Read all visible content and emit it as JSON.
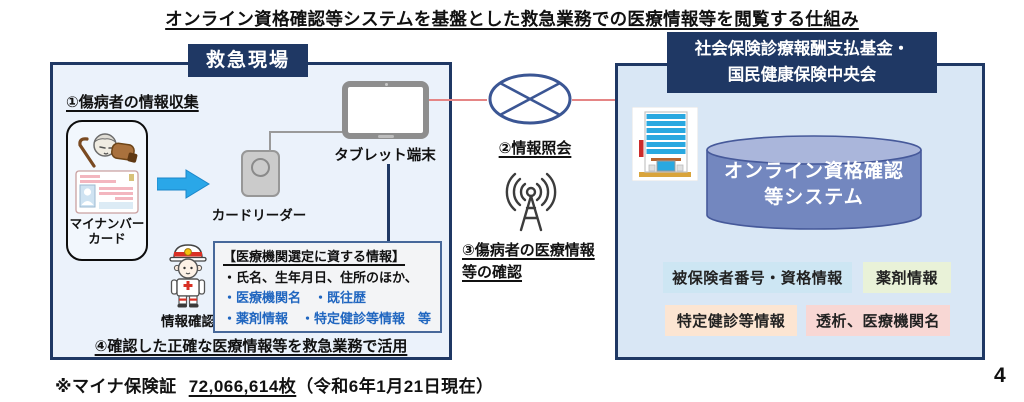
{
  "title": "オンライン資格確認等システムを基盤とした救急業務での医療情報等を閲覧する仕組み",
  "page_number": "4",
  "footnote": {
    "prefix": "※マイナ保険証",
    "count": "72,066,614枚",
    "suffix": "（令和6年1月21日現在）"
  },
  "emergency_scene": {
    "header": "救急現場",
    "step1_label": "①傷病者の情報収集",
    "mynumber_card": {
      "line1": "マイナンバー",
      "line2": "カード"
    },
    "card_reader_label": "カードリーダー",
    "tablet_label": "タブレット端末",
    "info_check_label": "情報確認",
    "info_box": {
      "title": "【医療機関選定に資する情報】",
      "line1": "・氏名、生年月日、住所のほか、",
      "line2": "・医療機関名　・既往歴",
      "line3": "・薬剤情報　・特定健診等情報　等"
    },
    "step4_label": "④確認した正確な医療情報等を救急業務で活用"
  },
  "network": {
    "step2_label": "②情報照会",
    "step3_line1": "③傷病者の医療情報",
    "step3_line2": "等の確認"
  },
  "payment_fund": {
    "header_line1": "社会保険診療報酬支払基金・",
    "header_line2": "国民健康保険中央会",
    "system_db": {
      "line1": "オンライン資格確認",
      "line2": "等システム"
    },
    "chips": [
      {
        "label": "被保険者番号・資格情報",
        "color": "#cde6f3"
      },
      {
        "label": "薬剤情報",
        "color": "#e9f2d8"
      },
      {
        "label": "特定健診等情報",
        "color": "#fce5d2"
      },
      {
        "label": "透析、医療機関名",
        "color": "#f8d7d4"
      }
    ]
  },
  "icons": {
    "patient": "elderly-injured-person-icon",
    "card": "mynumber-card-icon",
    "arrow": "right-arrow-icon",
    "reader": "card-reader-icon",
    "tablet": "tablet-icon",
    "firefighter": "emt-firefighter-icon",
    "network_node": "circle-x-network-node-icon",
    "antenna": "radio-antenna-icon",
    "building": "office-building-icon",
    "database": "database-cylinder-icon"
  },
  "colors": {
    "navy": "#1f3864",
    "panel_left_bg": "#ebf2fb",
    "panel_right_bg": "#d9e7f5",
    "info_blue_text": "#2066c0",
    "red_link": "#e58585",
    "arrow_blue": "#2aa7e8",
    "cylinder_body": "#7387bf",
    "cylinder_top": "#aab6db"
  }
}
